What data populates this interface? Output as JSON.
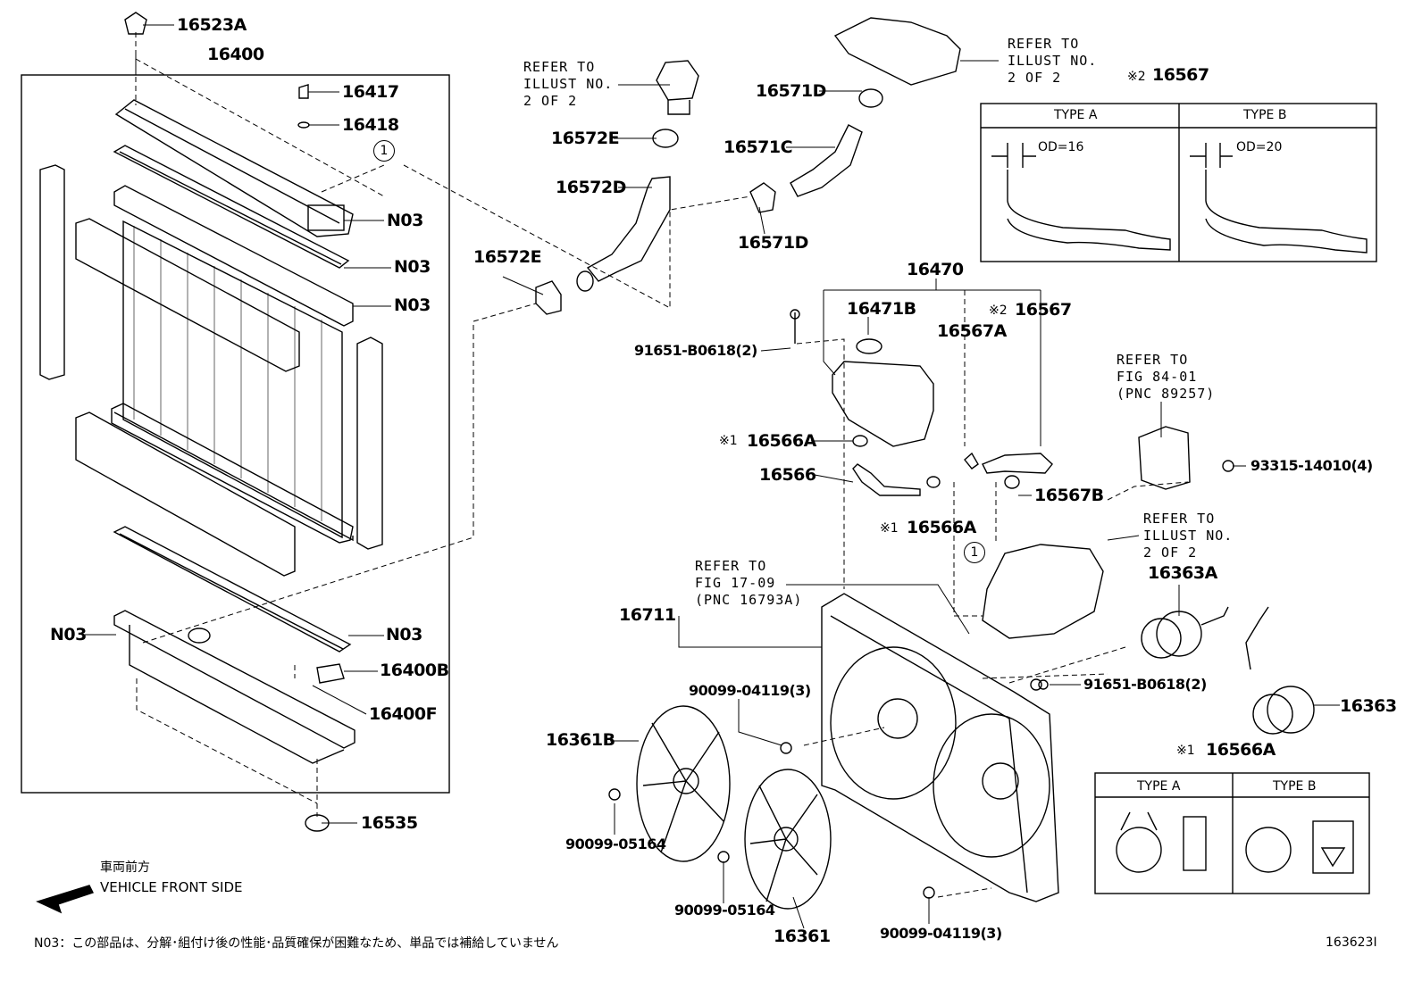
{
  "labels": {
    "p16523A": "16523A",
    "p16400": "16400",
    "p16417": "16417",
    "p16418": "16418",
    "n03_a": "N03",
    "n03_b": "N03",
    "n03_c": "N03",
    "n03_d": "N03",
    "n03_e": "N03",
    "p16400B": "16400B",
    "p16400F": "16400F",
    "p16535": "16535",
    "p16572E_top": "16572E",
    "p16572D": "16572D",
    "p16572E_bot": "16572E",
    "p16571D_top": "16571D",
    "p16571C": "16571C",
    "p16571D_bot": "16571D",
    "p16567_top": "16567",
    "p16470": "16470",
    "p16471B": "16471B",
    "p16567": "16567",
    "p16567A": "16567A",
    "p91651_top": "91651-B0618(2)",
    "p16566A_1": "16566A",
    "p16566": "16566",
    "p16567B": "16567B",
    "p16566A_2": "16566A",
    "p93315": "93315-14010(4)",
    "p16363A": "16363A",
    "p16711": "16711",
    "p90099_04119_top": "90099-04119(3)",
    "p91651_bot": "91651-B0618(2)",
    "p16363": "16363",
    "p16361B": "16361B",
    "p16566A_3": "16566A",
    "p90099_05164_a": "90099-05164",
    "p90099_05164_b": "90099-05164",
    "p16361": "16361",
    "p90099_04119_bot": "90099-04119(3)"
  },
  "marks": {
    "note1": "※1",
    "note2": "※2",
    "circle1": "1"
  },
  "refs": {
    "thermostat": "REFER TO\nILLUST NO.\n2 OF 2",
    "outlet": "REFER TO\nILLUST NO.\n2 OF 2",
    "ecu": "REFER TO\nFIG 84-01\n(PNC 89257)",
    "pump": "REFER TO\nILLUST NO.\n2 OF 2",
    "fig1709": "REFER TO\nFIG 17-09\n(PNC 16793A)"
  },
  "tables": {
    "hose": {
      "type_a": "TYPE A",
      "type_b": "TYPE B",
      "od_a": "OD=16",
      "od_b": "OD=20"
    },
    "clamp": {
      "type_a": "TYPE A",
      "type_b": "TYPE B"
    }
  },
  "footer": {
    "front_jp": "車両前方",
    "front_en": "VEHICLE FRONT SIDE",
    "note_n03": "N03：この部品は、分解･組付け後の性能･品質確保が困難なため、単品では補給していません",
    "figure_id": "163623I"
  }
}
